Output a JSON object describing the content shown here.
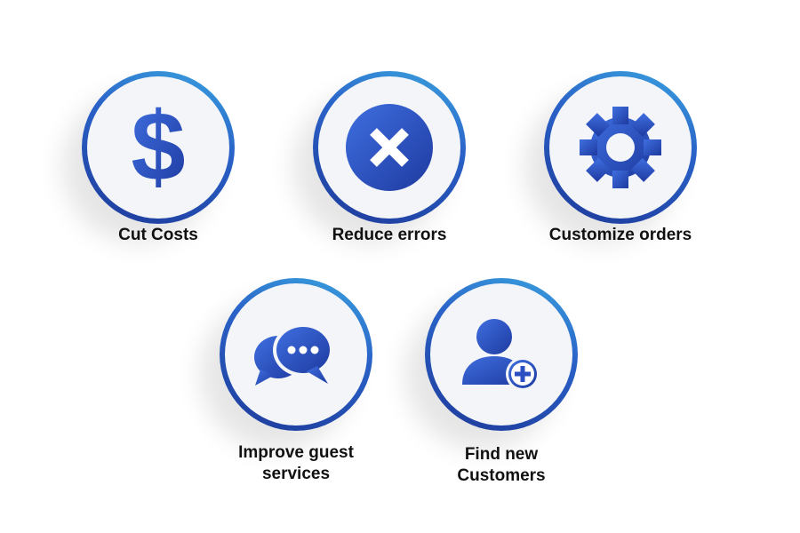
{
  "colors": {
    "icon_blue": "#2a4fc0",
    "ring_light": "#3aa6e0",
    "ring_dark": "#1d3a9a",
    "text": "#111111"
  },
  "items": [
    {
      "label": "Cut Costs",
      "icon": "dollar-icon"
    },
    {
      "label": "Reduce errors",
      "icon": "x-circle-icon"
    },
    {
      "label": "Customize orders",
      "icon": "gear-icon"
    },
    {
      "label_line1": "Improve guest",
      "label_line2": "services",
      "icon": "chat-bubbles-icon"
    },
    {
      "label_line1": "Find new",
      "label_line2": "Customers",
      "icon": "add-user-icon"
    }
  ]
}
